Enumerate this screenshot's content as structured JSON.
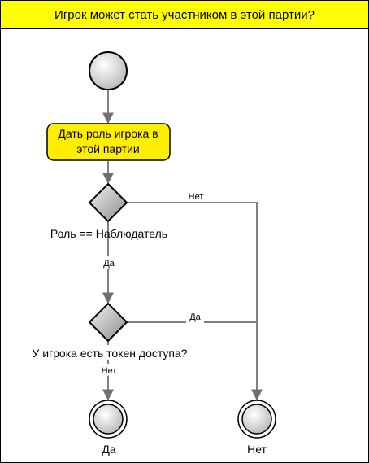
{
  "header": {
    "title": "Игрок может стать  участником в этой партии?"
  },
  "colors": {
    "header_bg": "#ffff00",
    "action_fill": "#ffee00",
    "line": "#808080"
  },
  "nodes": {
    "action_line1": "Дать роль игрока в",
    "action_line2": "этой партии",
    "decision1_label": "Роль == Наблюдатель",
    "decision2_label": "У игрока есть токен доступа?",
    "final_yes_label": "Да",
    "final_no_label": "Нет"
  },
  "edges": {
    "d1_no": "Нет",
    "d1_yes": "Да",
    "d2_yes": "Да",
    "d2_no": "Нет"
  }
}
